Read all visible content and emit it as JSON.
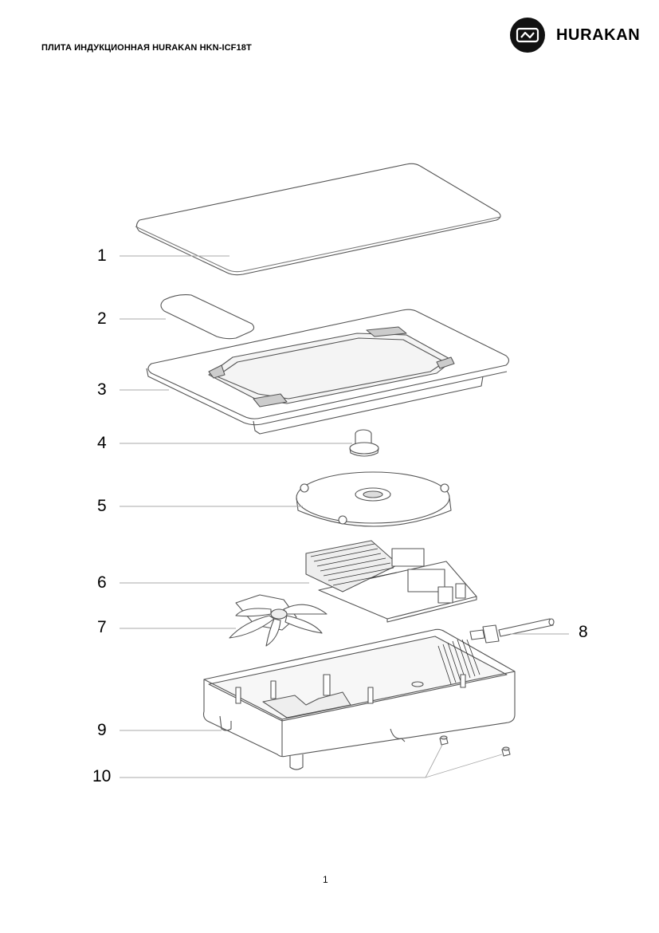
{
  "header": {
    "title": "ПЛИТА ИНДУКЦИОННАЯ HURAKAN HKN-ICF18T",
    "brand": "HURAKAN",
    "logo_icon": "hurakan-logo-icon"
  },
  "callouts": [
    "1",
    "2",
    "3",
    "4",
    "5",
    "6",
    "7",
    "8",
    "9",
    "10"
  ],
  "footer": {
    "page_number": "1"
  },
  "colors": {
    "line": "#555555",
    "leader": "#aaaaaa",
    "logo_bg": "#111111"
  }
}
